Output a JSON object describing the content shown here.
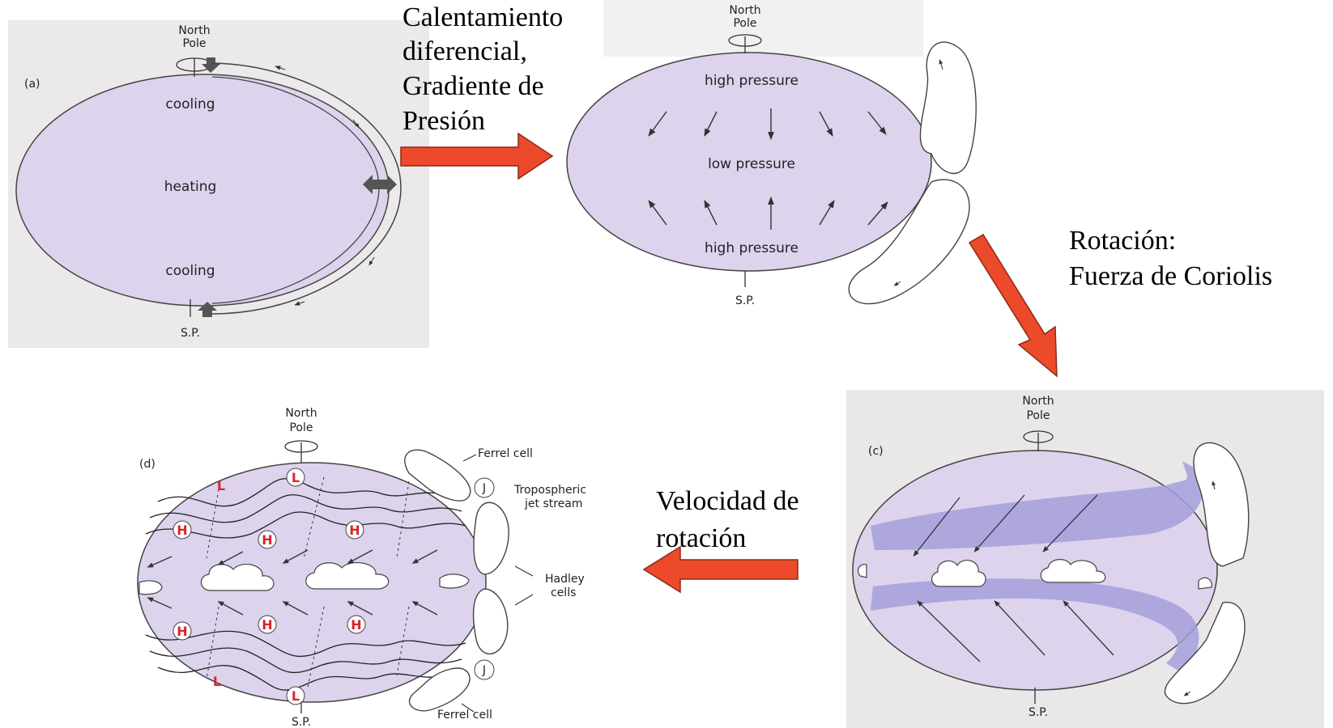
{
  "colors": {
    "globe": "#ddd3ec",
    "band": "#a59fdc",
    "arrow_red": "#ec4a2a",
    "panel_bg": "#e9e7e8"
  },
  "captions": {
    "step1_line1": "Calentamiento",
    "step1_line2": "diferencial,",
    "step1_line3": "Gradiente de",
    "step1_line4": "Presión",
    "step2_line1": "Rotación:",
    "step2_line2": "Fuerza de Coriolis",
    "step3_line1": "Velocidad de",
    "step3_line2": "rotación"
  },
  "panel_a": {
    "tag": "(a)",
    "pole_top_1": "North",
    "pole_top_2": "Pole",
    "cooling_top": "cooling",
    "heating": "heating",
    "cooling_bottom": "cooling",
    "pole_bottom": "S.P."
  },
  "panel_b": {
    "pole_top_1": "North",
    "pole_top_2": "Pole",
    "high_top": "high pressure",
    "low_mid": "low pressure",
    "high_bottom": "high pressure",
    "pole_bottom": "S.P."
  },
  "panel_c": {
    "tag": "(c)",
    "pole_top_1": "North",
    "pole_top_2": "Pole",
    "pole_bottom": "S.P."
  },
  "panel_d": {
    "tag": "(d)",
    "pole_top_1": "North",
    "pole_top_2": "Pole",
    "pole_bottom": "S.P.",
    "ferrel_top": "Ferrel cell",
    "jet_1": "Tropospheric",
    "jet_2": "jet stream",
    "hadley_1": "Hadley",
    "hadley_2": "cells",
    "ferrel_bottom": "Ferrel cell",
    "j_top": "J",
    "j_bottom": "J",
    "L": "L",
    "H": "H"
  }
}
